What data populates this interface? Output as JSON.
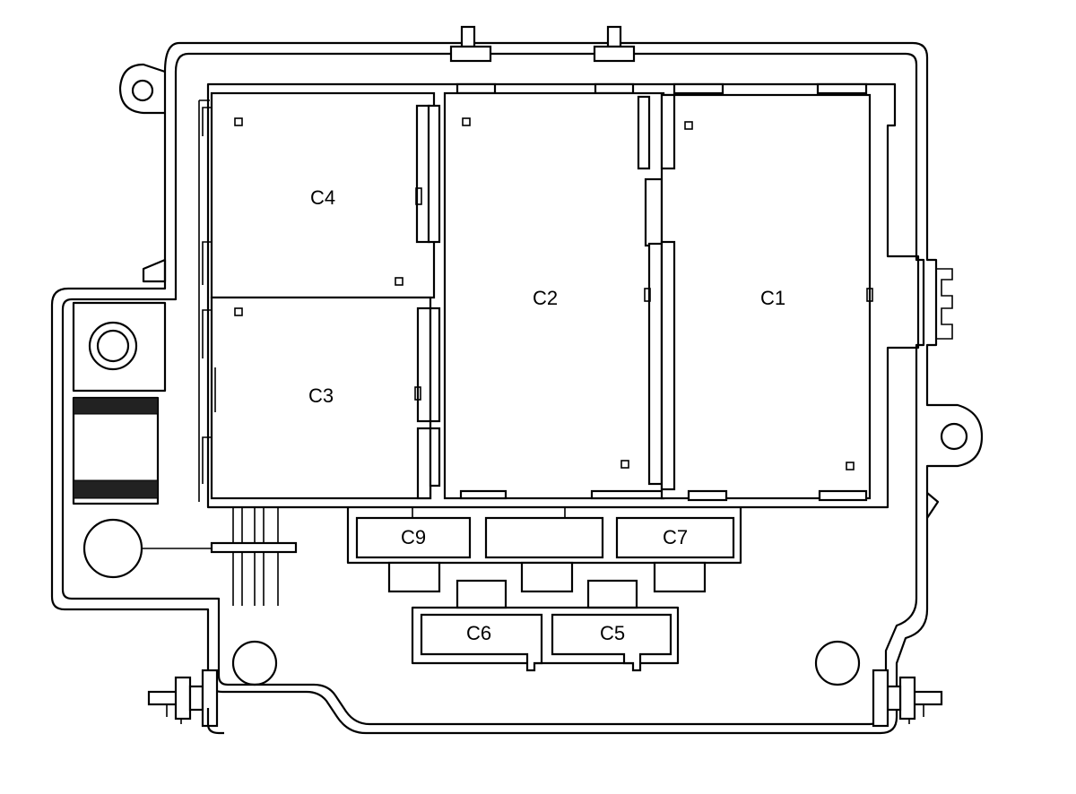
{
  "connectors": [
    {
      "id": "c1",
      "label": "C1"
    },
    {
      "id": "c2",
      "label": "C2"
    },
    {
      "id": "c3",
      "label": "C3"
    },
    {
      "id": "c4",
      "label": "C4"
    },
    {
      "id": "c5",
      "label": "C5"
    },
    {
      "id": "c6",
      "label": "C6"
    },
    {
      "id": "c7",
      "label": "C7"
    },
    {
      "id": "c9",
      "label": "C9"
    }
  ],
  "colors": {
    "line": "#000000",
    "background": "#ffffff"
  }
}
